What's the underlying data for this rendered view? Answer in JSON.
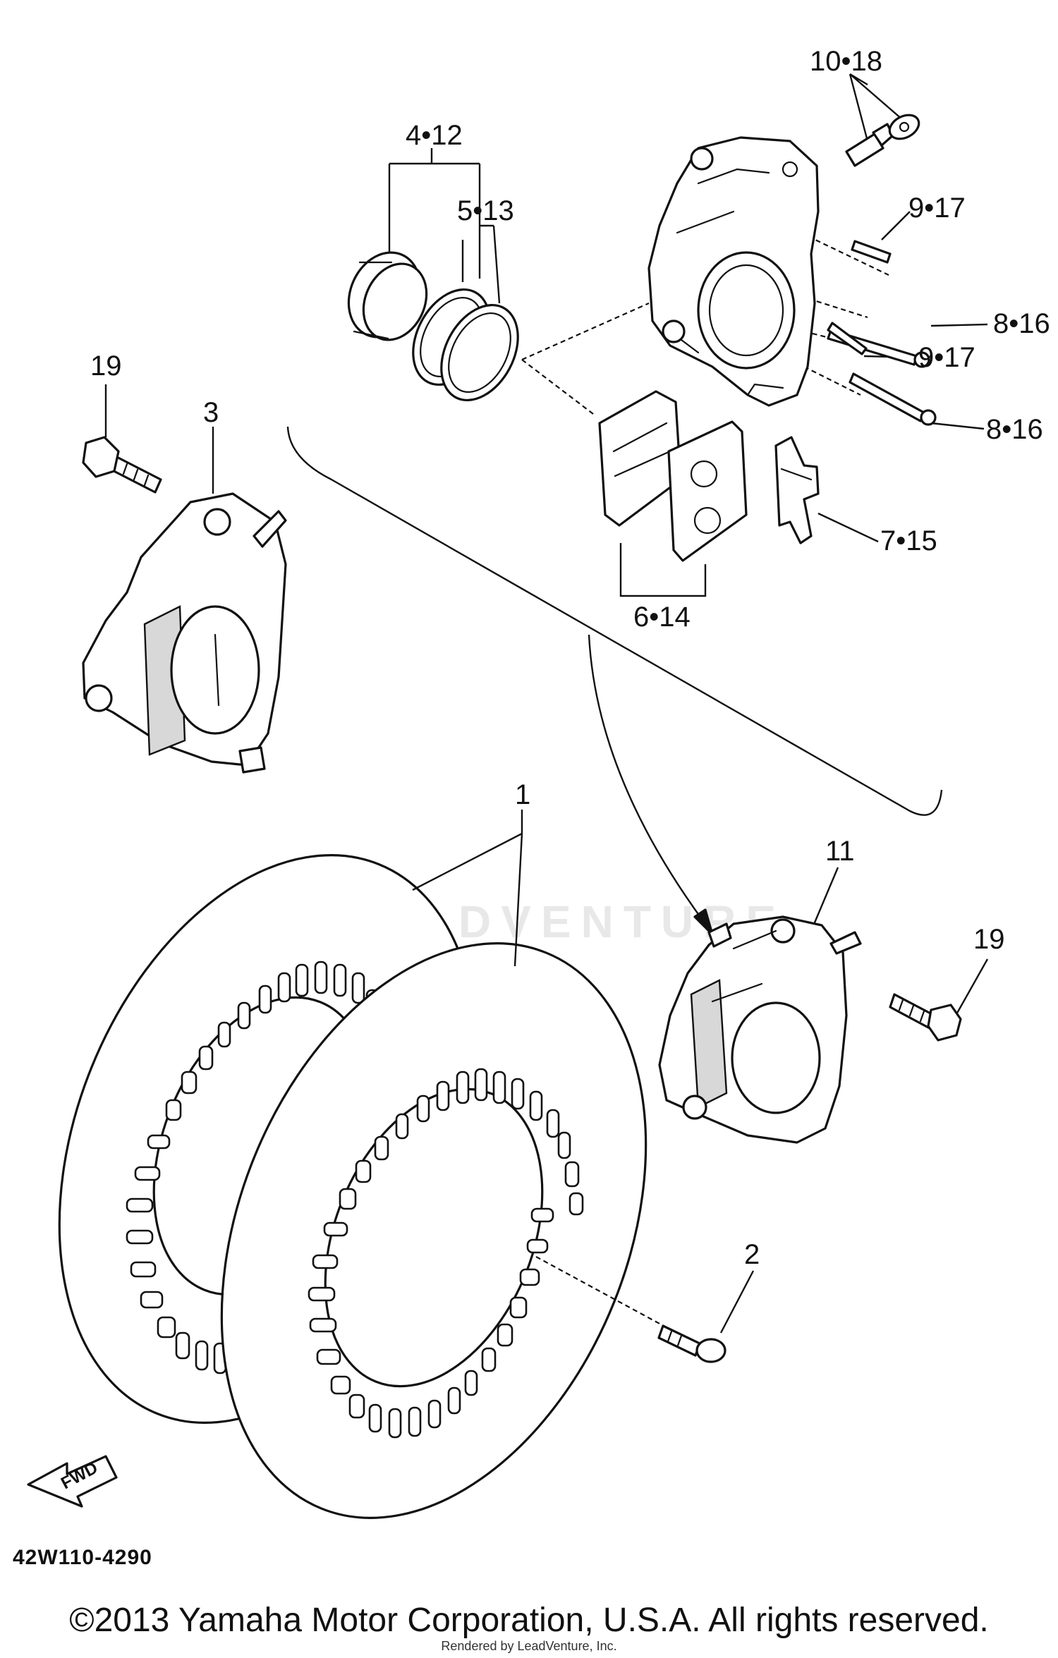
{
  "callouts": {
    "c_10_18": "10•18",
    "c_4_12": "4•12",
    "c_5_13": "5•13",
    "c_9_17_a": "9•17",
    "c_8_16_a": "8•16",
    "c_9_17_b": "9•17",
    "c_8_16_b": "8•16",
    "c_19_left": "19",
    "c_3": "3",
    "c_7_15": "7•15",
    "c_6_14": "6•14",
    "c_1": "1",
    "c_11": "11",
    "c_19_right": "19",
    "c_2": "2"
  },
  "fwd_label": "FWD",
  "diagram_code": "42W110-4290",
  "copyright": "©2013 Yamaha Motor Corporation, U.S.A. All rights reserved.",
  "rendered_note": "Rendered by LeadVenture, Inc.",
  "watermark": "LEADVENTURE"
}
